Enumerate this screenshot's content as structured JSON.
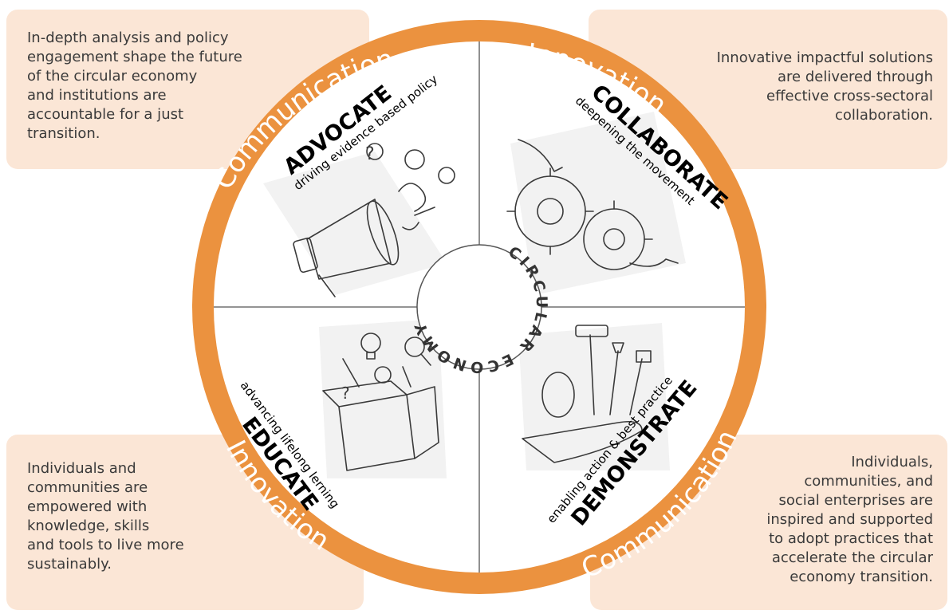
{
  "boxes": {
    "top_left": "In-depth analysis and policy\nengagement shape the future\nof the circular economy\nand institutions are\naccountable for a just\ntransition.",
    "top_right": "Innovative impactful solutions\nare delivered through\neffective cross-sectoral\ncollaboration.",
    "bottom_left": "Individuals and\ncommunities are\nempowered with\nknowledge, skills\nand tools to live more\nsustainably.",
    "bottom_right": "Individuals,\ncommunities, and\nsocial enterprises are\ninspired and supported\nto adopt practices that\naccelerate the circular\neconomy transition."
  },
  "ring": {
    "top_left": "Communication",
    "top_right": "Innovation",
    "bottom_left": "Innovation",
    "bottom_right": "Communication"
  },
  "quadrants": {
    "advocate": {
      "heading": "ADVOCATE",
      "sub": "driving evidence based policy",
      "icon": "megaphone-icon"
    },
    "collaborate": {
      "heading": "COLLABORATE",
      "sub": "deepening the movement",
      "icon": "gears-icon"
    },
    "educate": {
      "heading": "EDUCATE",
      "sub": "advancing lifelong lerning",
      "icon": "open-box-icon"
    },
    "demonstrate": {
      "heading": "DEMONSTRATE",
      "sub": "enabling action & best practice",
      "icon": "hand-tools-icon"
    }
  },
  "center": {
    "label": "CIRCULAR ECONOMY"
  },
  "colors": {
    "ring": "#eb923f",
    "box": "#fbe6d6",
    "divider": "#555555"
  }
}
